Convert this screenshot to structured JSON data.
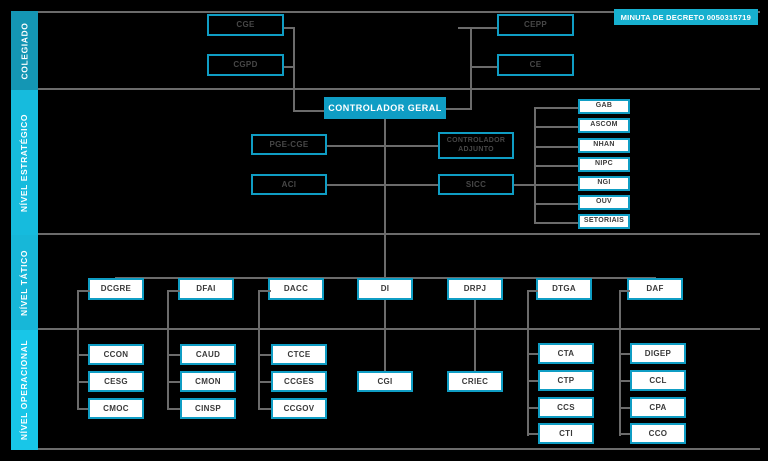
{
  "document": {
    "title_banner": "MINUTA DE DECRETO 0050315719"
  },
  "bands": [
    {
      "id": "colegiado",
      "label": "COLEGIADO"
    },
    {
      "id": "estrategico",
      "label": "NÍVEL ESTRATÉGICO"
    },
    {
      "id": "tatico",
      "label": "NÍVEL TÁTICO"
    },
    {
      "id": "operacional",
      "label": "NÍVEL OPERACIONAL"
    }
  ],
  "colors": {
    "accent": "#0f9dc4",
    "band_colegiado": "#1496b4",
    "band_estrategico": "#16bbdd",
    "band_tatico": "#17b7d8",
    "band_operacional": "#18c6e8",
    "banner": "#17b0cf",
    "connector": "#6b6b6b",
    "background": "#000000",
    "box_light_fill": "#ffffff",
    "box_dark_text": "#474747"
  },
  "nodes": {
    "colegiado": [
      {
        "id": "cgi_col",
        "label": "CGE"
      },
      {
        "id": "cgpd",
        "label": "CGPD"
      },
      {
        "id": "cepp",
        "label": "CEPP"
      },
      {
        "id": "ce",
        "label": "CE"
      }
    ],
    "estrategico": {
      "head": {
        "id": "controlador_geral",
        "label": "CONTROLADOR GERAL"
      },
      "side_left": [
        {
          "id": "pge_cge",
          "label": "PGE-CGE"
        },
        {
          "id": "aci",
          "label": "ACI"
        }
      ],
      "side_right": [
        {
          "id": "controlador_adjunto",
          "label": "CONTROLADOR ADJUNTO"
        },
        {
          "id": "sicc",
          "label": "SICC"
        }
      ],
      "units": [
        {
          "id": "gab",
          "label": "GAB"
        },
        {
          "id": "ascom",
          "label": "ASCOM"
        },
        {
          "id": "nhan",
          "label": "NHAN"
        },
        {
          "id": "nipc",
          "label": "NIPC"
        },
        {
          "id": "ngi",
          "label": "NGI"
        },
        {
          "id": "ouv",
          "label": "OUV"
        },
        {
          "id": "setoriais",
          "label": "SETORIAIS"
        }
      ]
    },
    "tatico": [
      {
        "id": "dcgre",
        "label": "DCGRE"
      },
      {
        "id": "dfai",
        "label": "DFAI"
      },
      {
        "id": "dacc",
        "label": "DACC"
      },
      {
        "id": "di",
        "label": "DI"
      },
      {
        "id": "drpj",
        "label": "DRPJ"
      },
      {
        "id": "dtga",
        "label": "DTGA"
      },
      {
        "id": "daf",
        "label": "DAF"
      }
    ],
    "operacional": {
      "dcgre": [
        {
          "id": "ccon",
          "label": "CCON"
        },
        {
          "id": "cesg",
          "label": "CESG"
        },
        {
          "id": "cmoc",
          "label": "CMOC"
        }
      ],
      "dfai": [
        {
          "id": "caud",
          "label": "CAUD"
        },
        {
          "id": "cmon",
          "label": "CMON"
        },
        {
          "id": "cinsp",
          "label": "CINSP"
        }
      ],
      "dacc": [
        {
          "id": "ctce",
          "label": "CTCE"
        },
        {
          "id": "ccges",
          "label": "CCGES"
        },
        {
          "id": "ccgov",
          "label": "CCGOV"
        }
      ],
      "di": [
        {
          "id": "cgi",
          "label": "CGI"
        }
      ],
      "drpj": [
        {
          "id": "criec",
          "label": "CRIEC"
        }
      ],
      "dtga": [
        {
          "id": "cta",
          "label": "CTA"
        },
        {
          "id": "ctp",
          "label": "CTP"
        },
        {
          "id": "ccs",
          "label": "CCS"
        },
        {
          "id": "cti",
          "label": "CTI"
        }
      ],
      "daf": [
        {
          "id": "digep",
          "label": "DIGEP"
        },
        {
          "id": "ccl",
          "label": "CCL"
        },
        {
          "id": "cpa",
          "label": "CPA"
        },
        {
          "id": "cco",
          "label": "CCO"
        }
      ]
    }
  }
}
